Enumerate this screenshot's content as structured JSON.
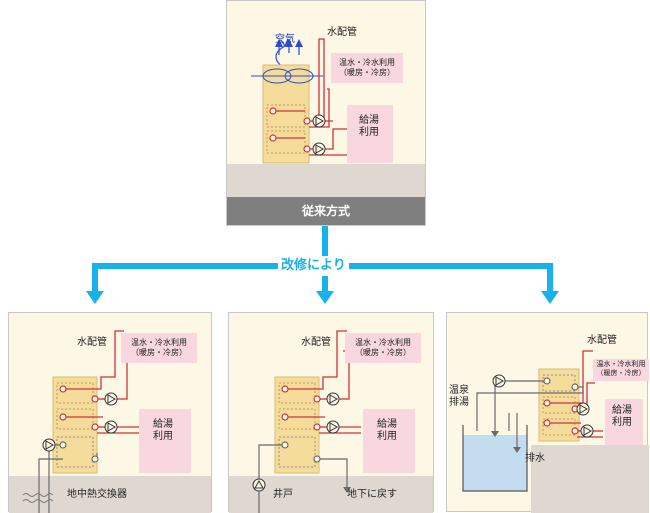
{
  "conventional": {
    "caption": "従来方式",
    "air": "空気",
    "water_pipe": "水配管",
    "hot_cold_use": "温水・冷水利用\n（暖房・冷房）",
    "hot_water_supply": "給湯\n利用"
  },
  "transition": {
    "label": "改修により"
  },
  "panel_ground": {
    "water_pipe": "水配管",
    "hot_cold_use": "温水・冷水利用\n（暖房・冷房）",
    "hot_water_supply": "給湯\n利用",
    "heat_exchanger": "地中熱交換器"
  },
  "panel_well": {
    "water_pipe": "水配管",
    "hot_cold_use": "温水・冷水利用\n（暖房・冷房）",
    "hot_water_supply": "給湯\n利用",
    "well": "井戸",
    "return": "地下に戻す"
  },
  "panel_hotspring": {
    "water_pipe": "水配管",
    "hot_cold_use": "温水・冷水利用\n（暖房・冷房）",
    "hot_water_supply": "給湯\n利用",
    "hotspring_drain": "温泉\n排湯",
    "drain": "排水"
  },
  "colors": {
    "panel_bg": "#fdf7e6",
    "ground": "#dfd8d0",
    "unit": "#f5dc9a",
    "pipe": "#d0323a",
    "source_pipe": "#6a6a6a",
    "arrow": "#19b1e9",
    "pink": "#f8d7df",
    "water": "#c3dcef"
  }
}
